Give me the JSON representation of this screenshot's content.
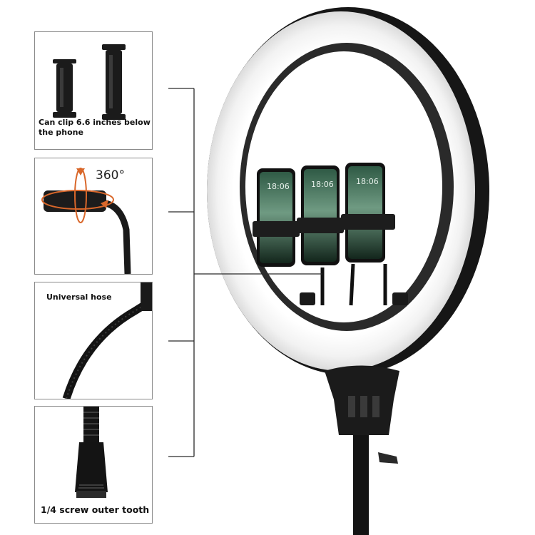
{
  "callouts": [
    {
      "label": "Can clip 6.6 inches below the phone"
    },
    {
      "label": "360°"
    },
    {
      "label": "Universal hose"
    },
    {
      "label": "1/4 screw outer tooth"
    }
  ],
  "phones": [
    {
      "time": "18:06"
    },
    {
      "time": "18:06"
    },
    {
      "time": "18:06"
    }
  ],
  "colors": {
    "ring_body": "#1a1a1a",
    "ring_light": "#f4f4f4",
    "accent_rotation": "#d9672a",
    "panel_border": "#8a8a8a"
  }
}
